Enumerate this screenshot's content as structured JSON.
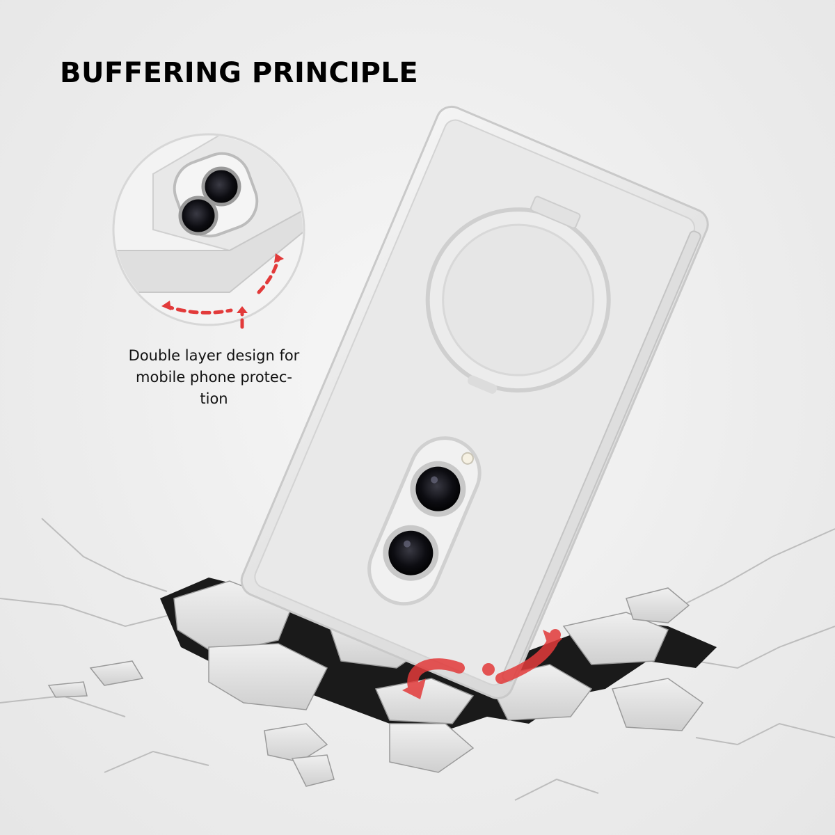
{
  "page": {
    "title": "BUFFERING PRINCIPLE",
    "caption_lines": [
      "Double layer design for",
      "mobile phone protec-",
      "tion"
    ]
  },
  "colors": {
    "accent_red": "#e23a3a",
    "title_text": "#000000",
    "case_outline": "#c9c9c9",
    "crack_dark": "#1a1a1a"
  },
  "icons": {
    "impact_arrows": "curved-red-arrow-icon",
    "dispersion_arrows": "dashed-red-arrow-icon"
  }
}
